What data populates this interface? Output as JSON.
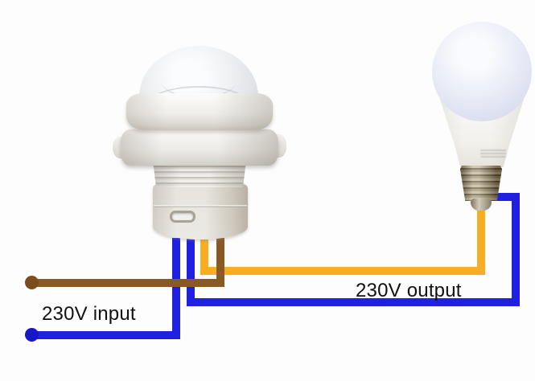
{
  "labels": {
    "input": "230V input",
    "output": "230V output"
  },
  "colors": {
    "background": "#fdfdfd",
    "text": "#111111",
    "wire_blue": "#2020e0",
    "wire_blue_cap": "#1717c6",
    "wire_brown": "#8a5a24",
    "wire_brown_cap": "#7b4c1e",
    "wire_yellow": "#f6ae23"
  },
  "components": {
    "sensor": "PIR motion sensor lamp socket",
    "bulb": "LED bulb with screw base"
  },
  "wires": [
    {
      "color": "brown",
      "group": "230V input",
      "from": "left wire terminal",
      "to": "sensor socket"
    },
    {
      "color": "blue",
      "group": "230V input",
      "from": "left wire terminal",
      "to": "sensor socket"
    },
    {
      "color": "yellow",
      "group": "230V output",
      "from": "sensor socket",
      "to": "bulb tip contact"
    },
    {
      "color": "blue",
      "group": "230V output",
      "from": "sensor socket",
      "to": "bulb screw shell"
    }
  ]
}
